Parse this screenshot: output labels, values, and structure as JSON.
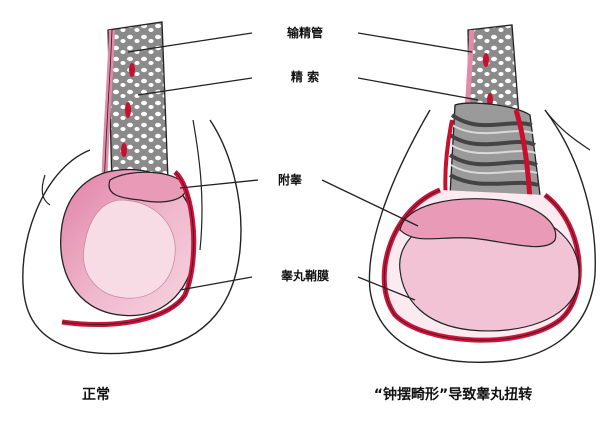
{
  "labels": {
    "vas_deferens": "输精管",
    "spermatic_cord": "精 索",
    "epididymis": "附睾",
    "tunica_vaginalis": "睾丸鞘膜"
  },
  "captions": {
    "normal": "正常",
    "torsion": "“钟摆畸形”导致睾丸扭转"
  },
  "colors": {
    "outline": "#222222",
    "testis_fill": "#f2c8d8",
    "testis_shade": "#e07fa4",
    "tunica": "#d0123a",
    "cord_gray": "#8a8a8a",
    "vessel_red": "#c8102e"
  }
}
